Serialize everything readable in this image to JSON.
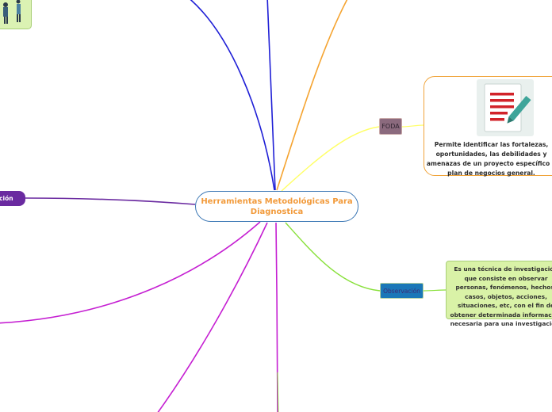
{
  "central": {
    "title": "Herramientas Metodológicas Para Diagnostica"
  },
  "foda": {
    "label": "FODA",
    "description": "Permite identificar las fortalezas, oportunidades, las debilidades y amenazas de un proyecto específico o plan de negocios general."
  },
  "observacion": {
    "label": "Observación",
    "description": "Es una técnica de investigación que consiste en observar personas, fenómenos, hechos, casos, objetos, acciones, situaciones, etc, con el fin de obtener determinada información necesaria para una investigación."
  },
  "left_branch": {
    "label": "ación"
  },
  "colors": {
    "central_border": "#3d78b5",
    "central_text": "#f29a3a",
    "foda_branch": "#ffff66",
    "observacion_branch": "#88e03a",
    "orange_branch": "#f5a431",
    "blue_branch": "#1f1fd6",
    "purple_branch": "#6a2aa0",
    "magenta_branch": "#c51fd2"
  }
}
